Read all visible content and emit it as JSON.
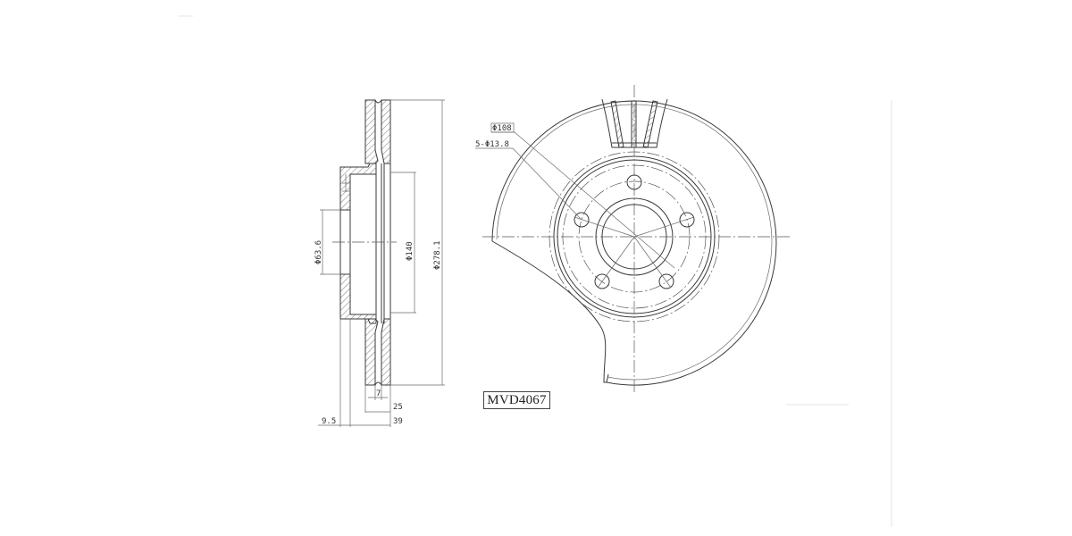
{
  "drawing": {
    "part_number": "MVD4067",
    "side_view": {
      "dimensions": {
        "hub_bore": "Φ63.6",
        "hat_diameter": "Φ140",
        "outer_diameter": "Φ278.1",
        "vane_gap": "7",
        "disc_thickness": "25",
        "overall_height": "39",
        "hat_offset": "9.5"
      }
    },
    "front_view": {
      "callouts": {
        "pcd": "Φ108",
        "bolt_holes": "5-Φ13.8"
      },
      "bolt_hole_count": 5
    },
    "colors": {
      "line": "#3a3a3a",
      "background": "#ffffff"
    }
  }
}
